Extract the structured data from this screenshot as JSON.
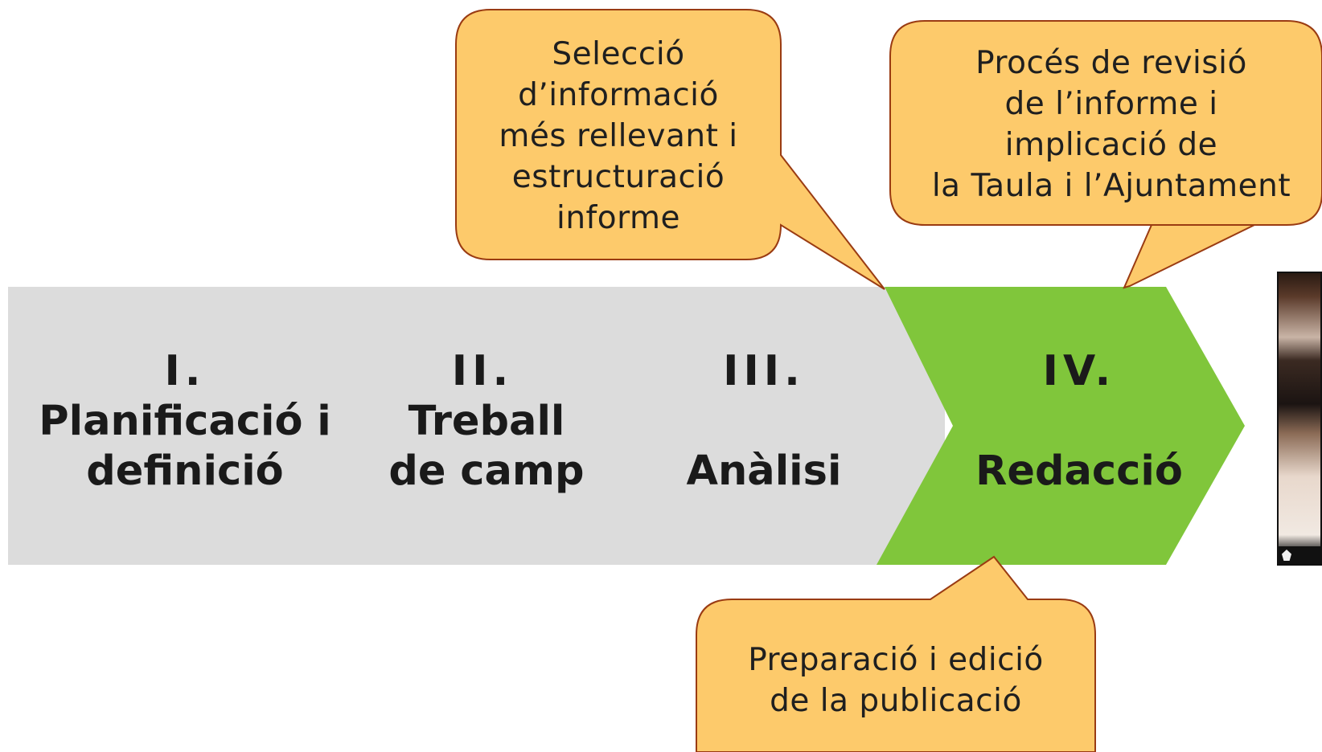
{
  "phases": [
    {
      "numeral": "I.",
      "title_lines": [
        "Planificació i",
        "definició"
      ]
    },
    {
      "numeral": "II.",
      "title_lines": [
        "Treball",
        "de camp"
      ]
    },
    {
      "numeral": "III.",
      "title_lines": [
        "Anàlisi"
      ]
    },
    {
      "numeral": "IV.",
      "title_lines": [
        "Redacció"
      ],
      "highlighted": true
    }
  ],
  "callouts": {
    "selection": {
      "lines": [
        "Selecció",
        "d’informació",
        "més rellevant i",
        "estructuració",
        "informe"
      ]
    },
    "review": {
      "lines": [
        "Procés de revisió",
        "de l’informe i",
        "implicació de",
        "la Taula i l’Ajuntament"
      ]
    },
    "publication": {
      "lines": [
        "Preparació i edició",
        "de la publicació"
      ]
    }
  },
  "colors": {
    "band_grey": "#dcdcdc",
    "highlight_green": "#80c63b",
    "callout_fill": "#fdca6b",
    "callout_stroke": "#9a3b12",
    "text_dark": "#1a1a1a"
  },
  "icons": {
    "cover_image": "report-cover-thumbnail"
  }
}
